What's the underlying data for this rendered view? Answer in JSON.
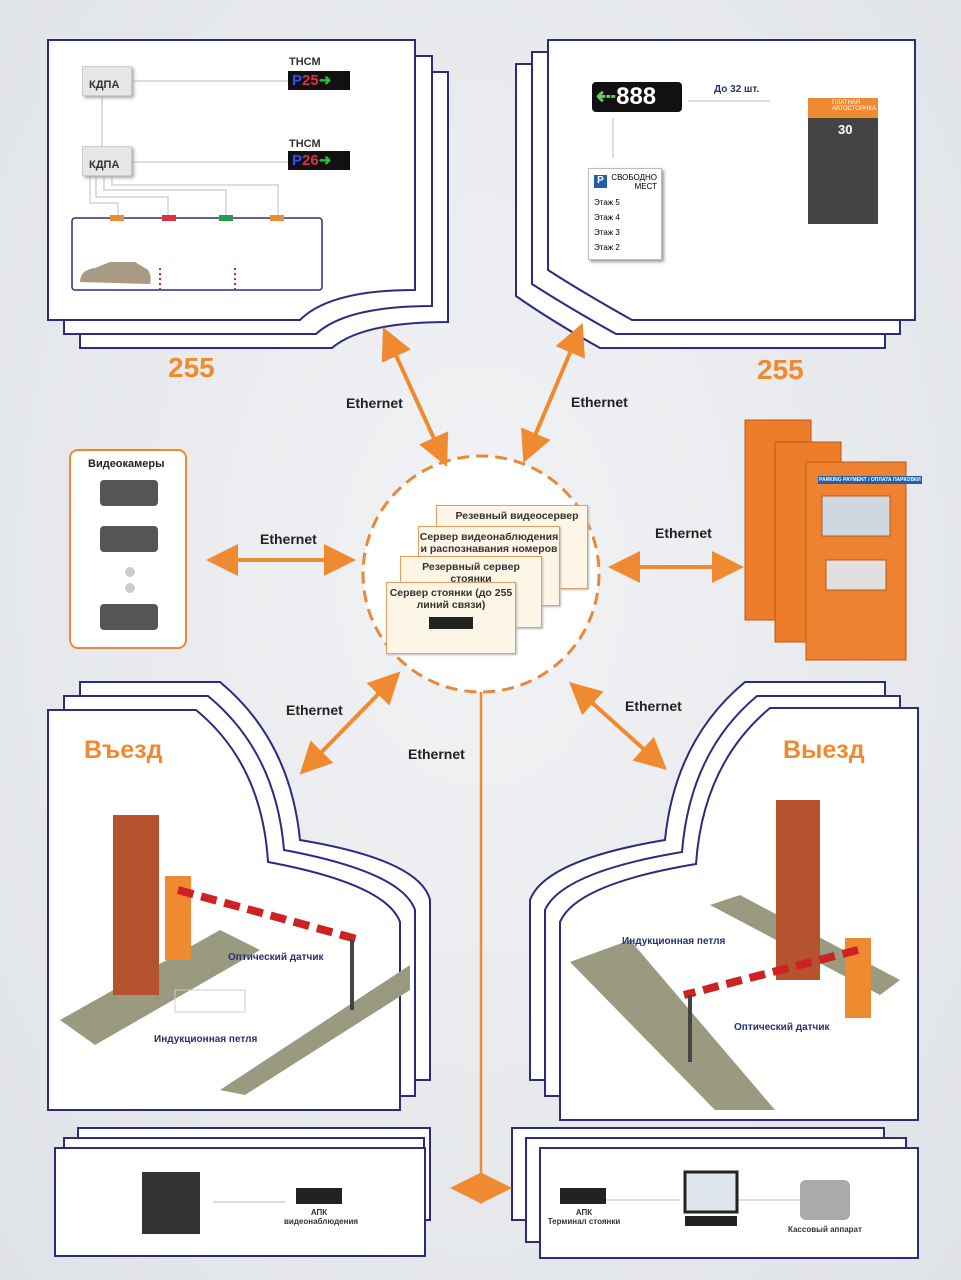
{
  "colors": {
    "accent": "#f08a30",
    "panel_border": "#2e2a80",
    "background": "#e4e6ea"
  },
  "top_left": {
    "count": "255",
    "controller_label": "КДПА",
    "display_label": "ТНСМ",
    "display_p": "P",
    "display_values": [
      "25",
      "26"
    ],
    "arrow_icon": "green-arrow-icon"
  },
  "top_right": {
    "count": "255",
    "up_to": "До 32 шт.",
    "led_digits": "888",
    "floor_board": {
      "title_line1": "СВОБОДНО",
      "title_line2": "МЕСТ",
      "floors": [
        "Этаж 5",
        "Этаж 4",
        "Этаж 3",
        "Этаж 2"
      ]
    },
    "paid_board": {
      "title": "ПЛАТНАЯ АВТОСТОЯНКА",
      "value": "30"
    }
  },
  "ethernet_label": "Ethernet",
  "cameras": {
    "title": "Видеокамеры"
  },
  "servers": [
    "Резевный видеосервер",
    "Сервер видеонаблюдения и распознавания номеров",
    "Резервный сервер стоянки",
    "Сервер стоянки (до 255 линий связи)"
  ],
  "kiosk": {
    "label1": "PARKING PAYMENT",
    "label2": "ОПЛАТА ПАРКОВКИ"
  },
  "entry": {
    "title": "Въезд",
    "optical": "Оптический датчик",
    "loop": "Индукционная петля"
  },
  "exit": {
    "title": "Выезд",
    "optical": "Оптический датчик",
    "loop": "Индукционная петля"
  },
  "bottom_left": {
    "apk_line1": "АПК",
    "apk_line2": "видеонаблюдения"
  },
  "bottom_right": {
    "apk_line1": "АПК",
    "apk_line2": "Терминал стоянки",
    "cash": "Кассовый аппарат"
  }
}
